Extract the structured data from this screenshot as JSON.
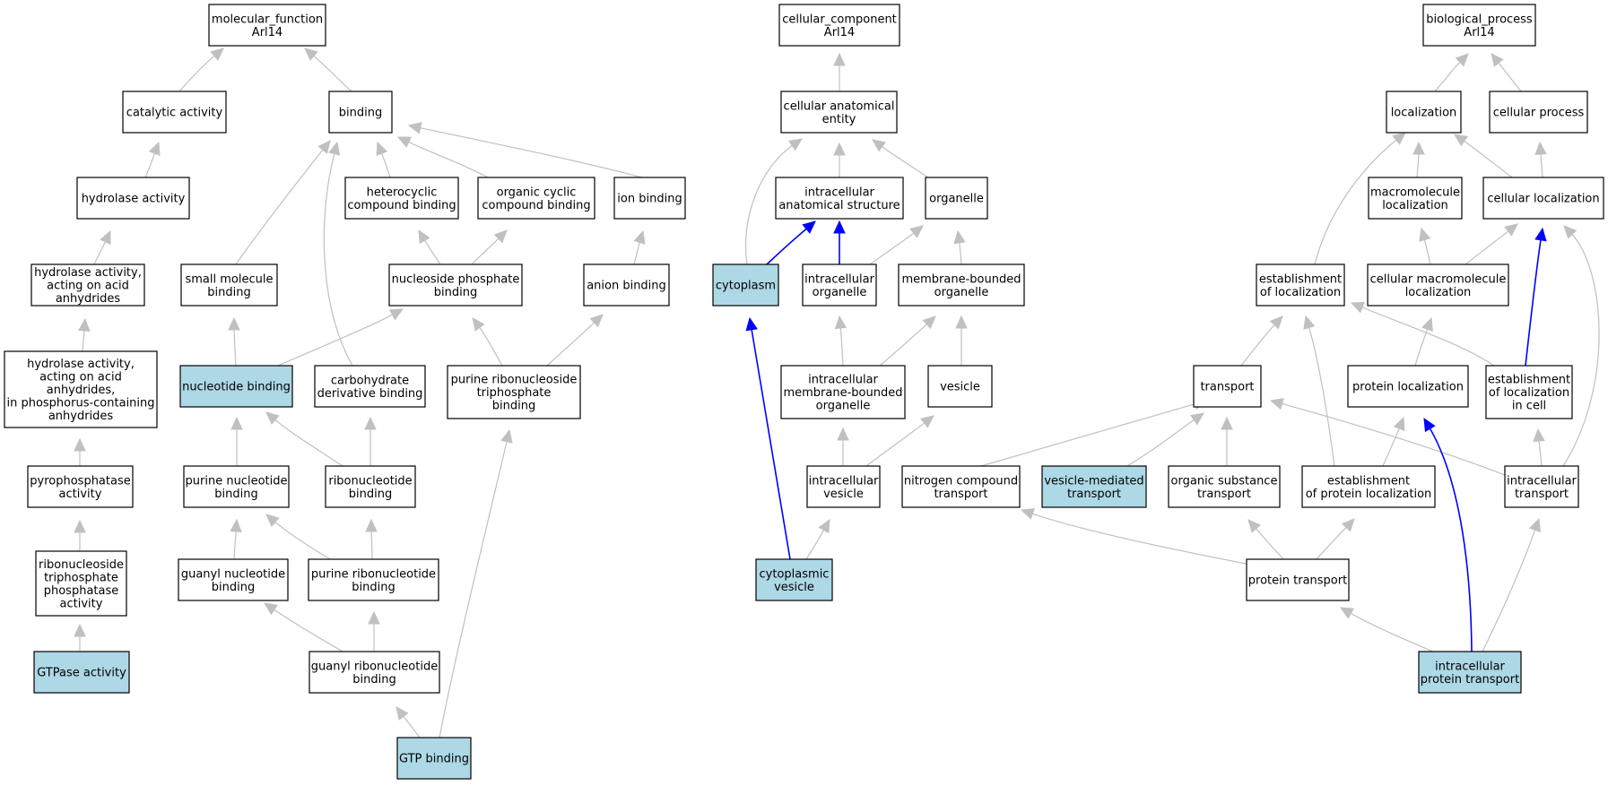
{
  "colors": {
    "highlight_fill": "#add8e6",
    "plain_fill": "#ffffff",
    "edge_gray": "#c0c0c0",
    "edge_blue": "#0000ff"
  },
  "nodes": [
    {
      "id": "mf",
      "lines": [
        "molecular_function",
        "Arl14"
      ],
      "highlight": false
    },
    {
      "id": "catalytic",
      "lines": [
        "catalytic activity"
      ],
      "highlight": false
    },
    {
      "id": "binding",
      "lines": [
        "binding"
      ],
      "highlight": false
    },
    {
      "id": "hydrolase",
      "lines": [
        "hydrolase activity"
      ],
      "highlight": false
    },
    {
      "id": "heterocyclic",
      "lines": [
        "heterocyclic",
        "compound binding"
      ],
      "highlight": false
    },
    {
      "id": "orgcyclic",
      "lines": [
        "organic cyclic",
        "compound binding"
      ],
      "highlight": false
    },
    {
      "id": "ion",
      "lines": [
        "ion binding"
      ],
      "highlight": false
    },
    {
      "id": "hydro_anh",
      "lines": [
        "hydrolase activity,",
        "acting on acid",
        "anhydrides"
      ],
      "highlight": false
    },
    {
      "id": "smallmol",
      "lines": [
        "small molecule",
        "binding"
      ],
      "highlight": false
    },
    {
      "id": "nucphos",
      "lines": [
        "nucleoside phosphate",
        "binding"
      ],
      "highlight": false
    },
    {
      "id": "anion",
      "lines": [
        "anion binding"
      ],
      "highlight": false
    },
    {
      "id": "hydro_pcont",
      "lines": [
        "hydrolase activity,",
        "acting on acid",
        "anhydrides,",
        "in phosphorus-containing",
        "anhydrides"
      ],
      "highlight": false
    },
    {
      "id": "nucbind",
      "lines": [
        "nucleotide binding"
      ],
      "highlight": true
    },
    {
      "id": "carbo",
      "lines": [
        "carbohydrate",
        "derivative binding"
      ],
      "highlight": false
    },
    {
      "id": "purribtri",
      "lines": [
        "purine ribonucleoside",
        "triphosphate",
        "binding"
      ],
      "highlight": false
    },
    {
      "id": "pyro",
      "lines": [
        "pyrophosphatase",
        "activity"
      ],
      "highlight": false
    },
    {
      "id": "purnuc",
      "lines": [
        "purine nucleotide",
        "binding"
      ],
      "highlight": false
    },
    {
      "id": "ribonuc",
      "lines": [
        "ribonucleotide",
        "binding"
      ],
      "highlight": false
    },
    {
      "id": "ribtriphos",
      "lines": [
        "ribonucleoside",
        "triphosphate",
        "phosphatase",
        "activity"
      ],
      "highlight": false
    },
    {
      "id": "guanylnuc",
      "lines": [
        "guanyl nucleotide",
        "binding"
      ],
      "highlight": false
    },
    {
      "id": "purribonuc",
      "lines": [
        "purine ribonucleotide",
        "binding"
      ],
      "highlight": false
    },
    {
      "id": "gtpase",
      "lines": [
        "GTPase activity"
      ],
      "highlight": true
    },
    {
      "id": "guanylribo",
      "lines": [
        "guanyl ribonucleotide",
        "binding"
      ],
      "highlight": false
    },
    {
      "id": "gtpbind",
      "lines": [
        "GTP binding"
      ],
      "highlight": true
    },
    {
      "id": "cc",
      "lines": [
        "cellular_component",
        "Arl14"
      ],
      "highlight": false
    },
    {
      "id": "cae",
      "lines": [
        "cellular anatomical",
        "entity"
      ],
      "highlight": false
    },
    {
      "id": "ias",
      "lines": [
        "intracellular",
        "anatomical structure"
      ],
      "highlight": false
    },
    {
      "id": "organelle",
      "lines": [
        "organelle"
      ],
      "highlight": false
    },
    {
      "id": "cytoplasm",
      "lines": [
        "cytoplasm"
      ],
      "highlight": true
    },
    {
      "id": "intorg",
      "lines": [
        "intracellular",
        "organelle"
      ],
      "highlight": false
    },
    {
      "id": "mbo",
      "lines": [
        "membrane-bounded",
        "organelle"
      ],
      "highlight": false
    },
    {
      "id": "imbo",
      "lines": [
        "intracellular",
        "membrane-bounded",
        "organelle"
      ],
      "highlight": false
    },
    {
      "id": "vesicle",
      "lines": [
        "vesicle"
      ],
      "highlight": false
    },
    {
      "id": "intves",
      "lines": [
        "intracellular",
        "vesicle"
      ],
      "highlight": false
    },
    {
      "id": "cytves",
      "lines": [
        "cytoplasmic",
        "vesicle"
      ],
      "highlight": true
    },
    {
      "id": "bp",
      "lines": [
        "biological_process",
        "Arl14"
      ],
      "highlight": false
    },
    {
      "id": "local",
      "lines": [
        "localization"
      ],
      "highlight": false
    },
    {
      "id": "cellproc",
      "lines": [
        "cellular process"
      ],
      "highlight": false
    },
    {
      "id": "macroloc",
      "lines": [
        "macromolecule",
        "localization"
      ],
      "highlight": false
    },
    {
      "id": "cellloc",
      "lines": [
        "cellular localization"
      ],
      "highlight": false
    },
    {
      "id": "estloc",
      "lines": [
        "establishment",
        "of localization"
      ],
      "highlight": false
    },
    {
      "id": "cmacroloc",
      "lines": [
        "cellular macromolecule",
        "localization"
      ],
      "highlight": false
    },
    {
      "id": "transport",
      "lines": [
        "transport"
      ],
      "highlight": false
    },
    {
      "id": "protloc",
      "lines": [
        "protein localization"
      ],
      "highlight": false
    },
    {
      "id": "estlocincell",
      "lines": [
        "establishment",
        "of localization",
        "in cell"
      ],
      "highlight": false
    },
    {
      "id": "nitro",
      "lines": [
        "nitrogen compound",
        "transport"
      ],
      "highlight": false
    },
    {
      "id": "vesmed",
      "lines": [
        "vesicle-mediated",
        "transport"
      ],
      "highlight": true
    },
    {
      "id": "orgsub",
      "lines": [
        "organic substance",
        "transport"
      ],
      "highlight": false
    },
    {
      "id": "estprot",
      "lines": [
        "establishment",
        "of protein localization"
      ],
      "highlight": false
    },
    {
      "id": "inttrans",
      "lines": [
        "intracellular",
        "transport"
      ],
      "highlight": false
    },
    {
      "id": "prottrans",
      "lines": [
        "protein transport"
      ],
      "highlight": false
    },
    {
      "id": "intprot",
      "lines": [
        "intracellular",
        "protein transport"
      ],
      "highlight": true
    }
  ],
  "edges": [
    [
      "catalytic",
      "mf",
      "gray"
    ],
    [
      "binding",
      "mf",
      "gray"
    ],
    [
      "hydrolase",
      "catalytic",
      "gray"
    ],
    [
      "hydro_anh",
      "hydrolase",
      "gray"
    ],
    [
      "hydro_pcont",
      "hydro_anh",
      "gray"
    ],
    [
      "pyro",
      "hydro_pcont",
      "gray"
    ],
    [
      "ribtriphos",
      "pyro",
      "gray"
    ],
    [
      "gtpase",
      "ribtriphos",
      "gray"
    ],
    [
      "heterocyclic",
      "binding",
      "gray"
    ],
    [
      "orgcyclic",
      "binding",
      "gray"
    ],
    [
      "ion",
      "binding",
      "gray"
    ],
    [
      "smallmol",
      "binding",
      "gray"
    ],
    [
      "carbo",
      "binding",
      "gray"
    ],
    [
      "nucphos",
      "heterocyclic",
      "gray"
    ],
    [
      "nucphos",
      "orgcyclic",
      "gray"
    ],
    [
      "anion",
      "ion",
      "gray"
    ],
    [
      "nucbind",
      "smallmol",
      "gray"
    ],
    [
      "nucbind",
      "nucphos",
      "gray"
    ],
    [
      "purribtri",
      "nucphos",
      "gray"
    ],
    [
      "purribtri",
      "anion",
      "gray"
    ],
    [
      "purnuc",
      "nucbind",
      "gray"
    ],
    [
      "ribonuc",
      "nucbind",
      "gray"
    ],
    [
      "ribonuc",
      "carbo",
      "gray"
    ],
    [
      "guanylnuc",
      "purnuc",
      "gray"
    ],
    [
      "purribonuc",
      "purnuc",
      "gray"
    ],
    [
      "purribonuc",
      "ribonuc",
      "gray"
    ],
    [
      "guanylribo",
      "guanylnuc",
      "gray"
    ],
    [
      "guanylribo",
      "purribonuc",
      "gray"
    ],
    [
      "gtpbind",
      "guanylribo",
      "gray"
    ],
    [
      "gtpbind",
      "purribtri",
      "gray"
    ],
    [
      "cae",
      "cc",
      "gray"
    ],
    [
      "ias",
      "cae",
      "gray"
    ],
    [
      "organelle",
      "cae",
      "gray"
    ],
    [
      "cytoplasm",
      "cae",
      "gray"
    ],
    [
      "cytoplasm",
      "ias",
      "blue"
    ],
    [
      "intorg",
      "ias",
      "blue"
    ],
    [
      "intorg",
      "organelle",
      "gray"
    ],
    [
      "mbo",
      "organelle",
      "gray"
    ],
    [
      "imbo",
      "intorg",
      "gray"
    ],
    [
      "imbo",
      "mbo",
      "gray"
    ],
    [
      "vesicle",
      "mbo",
      "gray"
    ],
    [
      "intves",
      "imbo",
      "gray"
    ],
    [
      "intves",
      "vesicle",
      "gray"
    ],
    [
      "cytves",
      "intves",
      "gray"
    ],
    [
      "cytves",
      "cytoplasm",
      "blue"
    ],
    [
      "local",
      "bp",
      "gray"
    ],
    [
      "cellproc",
      "bp",
      "gray"
    ],
    [
      "macroloc",
      "local",
      "gray"
    ],
    [
      "cellloc",
      "local",
      "gray"
    ],
    [
      "cellloc",
      "cellproc",
      "gray"
    ],
    [
      "estloc",
      "local",
      "gray"
    ],
    [
      "cmacroloc",
      "macroloc",
      "gray"
    ],
    [
      "cmacroloc",
      "cellloc",
      "gray"
    ],
    [
      "transport",
      "estloc",
      "gray"
    ],
    [
      "protloc",
      "cmacroloc",
      "gray"
    ],
    [
      "estlocincell",
      "estloc",
      "gray"
    ],
    [
      "estlocincell",
      "cellloc",
      "blue"
    ],
    [
      "inttrans",
      "estlocincell",
      "gray"
    ],
    [
      "inttrans",
      "cellloc",
      "gray"
    ],
    [
      "inttrans",
      "transport",
      "gray"
    ],
    [
      "nitro",
      "transport",
      "gray"
    ],
    [
      "vesmed",
      "transport",
      "gray"
    ],
    [
      "orgsub",
      "transport",
      "gray"
    ],
    [
      "estprot",
      "estloc",
      "gray"
    ],
    [
      "estprot",
      "protloc",
      "gray"
    ],
    [
      "prottrans",
      "nitro",
      "gray"
    ],
    [
      "prottrans",
      "orgsub",
      "gray"
    ],
    [
      "prottrans",
      "estprot",
      "gray"
    ],
    [
      "intprot",
      "prottrans",
      "gray"
    ],
    [
      "intprot",
      "protloc",
      "blue"
    ],
    [
      "intprot",
      "inttrans",
      "gray"
    ]
  ]
}
